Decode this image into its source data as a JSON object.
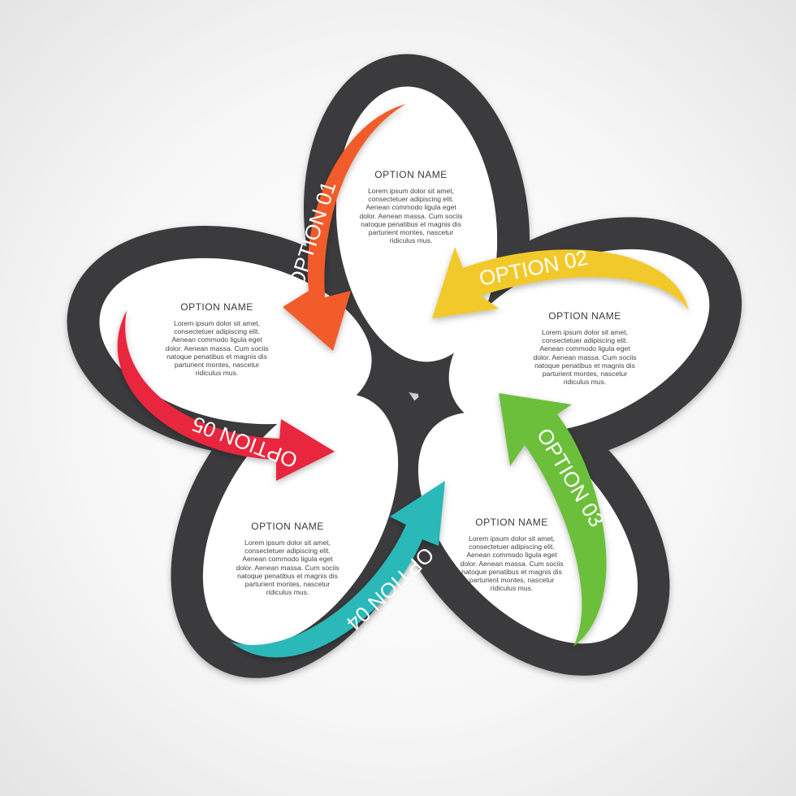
{
  "colors": {
    "ring": "#3a3a3c",
    "option_01": "#f25c2a",
    "option_02": "#f2c92a",
    "option_03": "#6cbf3a",
    "option_04": "#2bb8b8",
    "option_05": "#e8283c"
  },
  "options": [
    {
      "arrow_label": "OPTION 01",
      "name": "OPTION NAME",
      "body": [
        "Lorem ipsum dolor sit amet,",
        "consectetuer adipiscing elit.",
        "Aenean commodo ligula eget",
        "dolor. Aenean massa. Cum sociis",
        "natoque penatibus et magnis dis",
        "parturient montes, nascetur",
        "ridiculus mus."
      ]
    },
    {
      "arrow_label": "OPTION 02",
      "name": "OPTION NAME",
      "body": [
        "Lorem ipsum dolor sit amet,",
        "consectetuer adipiscing elit.",
        "Aenean commodo ligula eget",
        "dolor. Aenean massa. Cum sociis",
        "natoque penatibus et magnis dis",
        "parturient montes, nascetur",
        "ridiculus mus."
      ]
    },
    {
      "arrow_label": "OPTION 03",
      "name": "OPTION NAME",
      "body": [
        "Lorem ipsum dolor sit amet,",
        "consectetuer adipiscing elit.",
        "Aenean commodo ligula eget",
        "dolor. Aenean massa. Cum sociis",
        "natoque penatibus et magnis dis",
        "parturient montes, nascetur",
        "ridiculus mus."
      ]
    },
    {
      "arrow_label": "OPTION 04",
      "name": "OPTION NAME",
      "body": [
        "Lorem ipsum dolor sit amet,",
        "consectetuer adipiscing elit.",
        "Aenean commodo ligula eget",
        "dolor. Aenean massa. Cum sociis",
        "natoque penatibus et magnis dis",
        "parturient montes, nascetur",
        "ridiculus mus."
      ]
    },
    {
      "arrow_label": "OPTION 05",
      "name": "OPTION NAME",
      "body": [
        "Lorem ipsum dolor sit amet,",
        "consectetuer adipiscing elit.",
        "Aenean commodo ligula eget",
        "dolor. Aenean massa. Cum sociis",
        "natoque penatibus et magnis dis",
        "parturient montes, nascetur",
        "ridiculus mus."
      ]
    }
  ]
}
